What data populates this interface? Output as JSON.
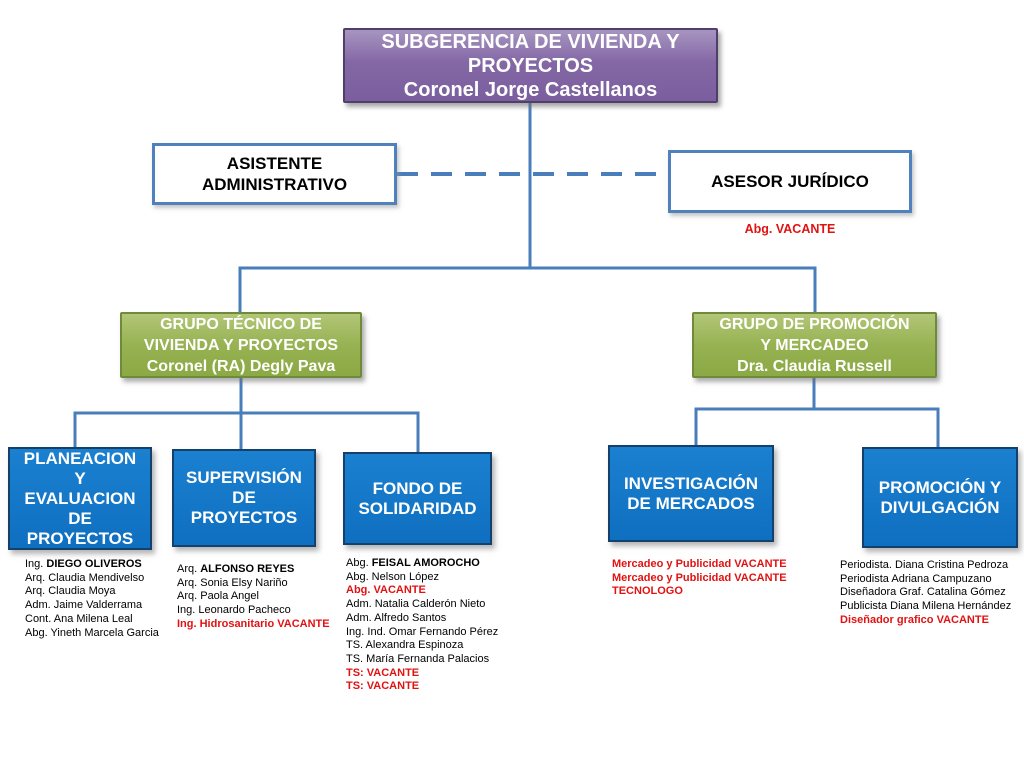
{
  "colors": {
    "root_purple": "#8064a2",
    "group_green": "#94b04e",
    "dept_blue": "#1172c3",
    "connector_blue": "#4a7ebb",
    "white_box_border": "#4f81bd",
    "vacant_red": "#e11212"
  },
  "root": {
    "title": "SUBGERENCIA DE VIVIENDA Y\nPROYECTOS",
    "person": "Coronel  Jorge Castellanos"
  },
  "staff": {
    "assistant": {
      "label": "ASISTENTE\nADMINISTRATIVO"
    },
    "advisor": {
      "label": "ASESOR JURÍDICO",
      "note": "Abg. VACANTE"
    }
  },
  "groups": {
    "technical": {
      "title": "GRUPO TÉCNICO DE\nVIVIENDA Y PROYECTOS",
      "person": "Coronel (RA) Degly Pava"
    },
    "marketing": {
      "title": "GRUPO DE PROMOCIÓN\nY MERCADEO",
      "person": "Dra. Claudia Russell"
    }
  },
  "departments": [
    {
      "title": "PLANEACION\nY\nEVALUACION\nDE\nPROYECTOS",
      "members": [
        {
          "prefix": "Ing. ",
          "name": "DIEGO OLIVEROS"
        },
        {
          "text": "Arq. Claudia Mendivelso"
        },
        {
          "text": "Arq. Claudia Moya"
        },
        {
          "text": "Adm. Jaime Valderrama"
        },
        {
          "text": "Cont. Ana Milena Leal"
        },
        {
          "text": "Abg. Yineth Marcela  Garcia"
        }
      ]
    },
    {
      "title": "SUPERVISIÓN\nDE\nPROYECTOS",
      "members": [
        {
          "prefix": "Arq. ",
          "name": "ALFONSO REYES"
        },
        {
          "text": "Arq. Sonia Elsy Nariño"
        },
        {
          "text": "Arq. Paola Angel"
        },
        {
          "text": "Ing. Leonardo Pacheco"
        },
        {
          "text": "Ing. Hidrosanitario VACANTE",
          "vacant": true
        }
      ]
    },
    {
      "title": "FONDO DE\nSOLIDARIDAD",
      "members": [
        {
          "prefix": "Abg. ",
          "name": "FEISAL AMOROCHO"
        },
        {
          "text": "Abg. Nelson López"
        },
        {
          "text": "Abg. VACANTE",
          "vacant": true
        },
        {
          "text": "Adm. Natalia Calderón Nieto"
        },
        {
          "text": "Adm. Alfredo Santos"
        },
        {
          "text": "Ing. Ind. Omar Fernando Pérez"
        },
        {
          "text": "TS. Alexandra Espinoza"
        },
        {
          "text": "TS. María Fernanda Palacios"
        },
        {
          "text": "TS: VACANTE",
          "vacant": true
        },
        {
          "text": "TS: VACANTE",
          "vacant": true
        }
      ]
    },
    {
      "title": "INVESTIGACIÓN\nDE MERCADOS",
      "members": [
        {
          "text": "Mercadeo y Publicidad VACANTE",
          "vacant": true
        },
        {
          "text": "Mercadeo y Publicidad VACANTE",
          "vacant": true
        },
        {
          "text": "TECNOLOGO",
          "vacant": true
        }
      ]
    },
    {
      "title": "PROMOCIÓN Y\nDIVULGACIÓN",
      "members": [
        {
          "text": "Periodista. Diana Cristina Pedroza"
        },
        {
          "text": "Periodista  Adriana Campuzano"
        },
        {
          "text": "Diseñadora Graf. Catalina Gómez"
        },
        {
          "text": "Publicista Diana Milena Hernández"
        },
        {
          "text": "Diseñador grafico  VACANTE",
          "vacant": true
        }
      ]
    }
  ]
}
